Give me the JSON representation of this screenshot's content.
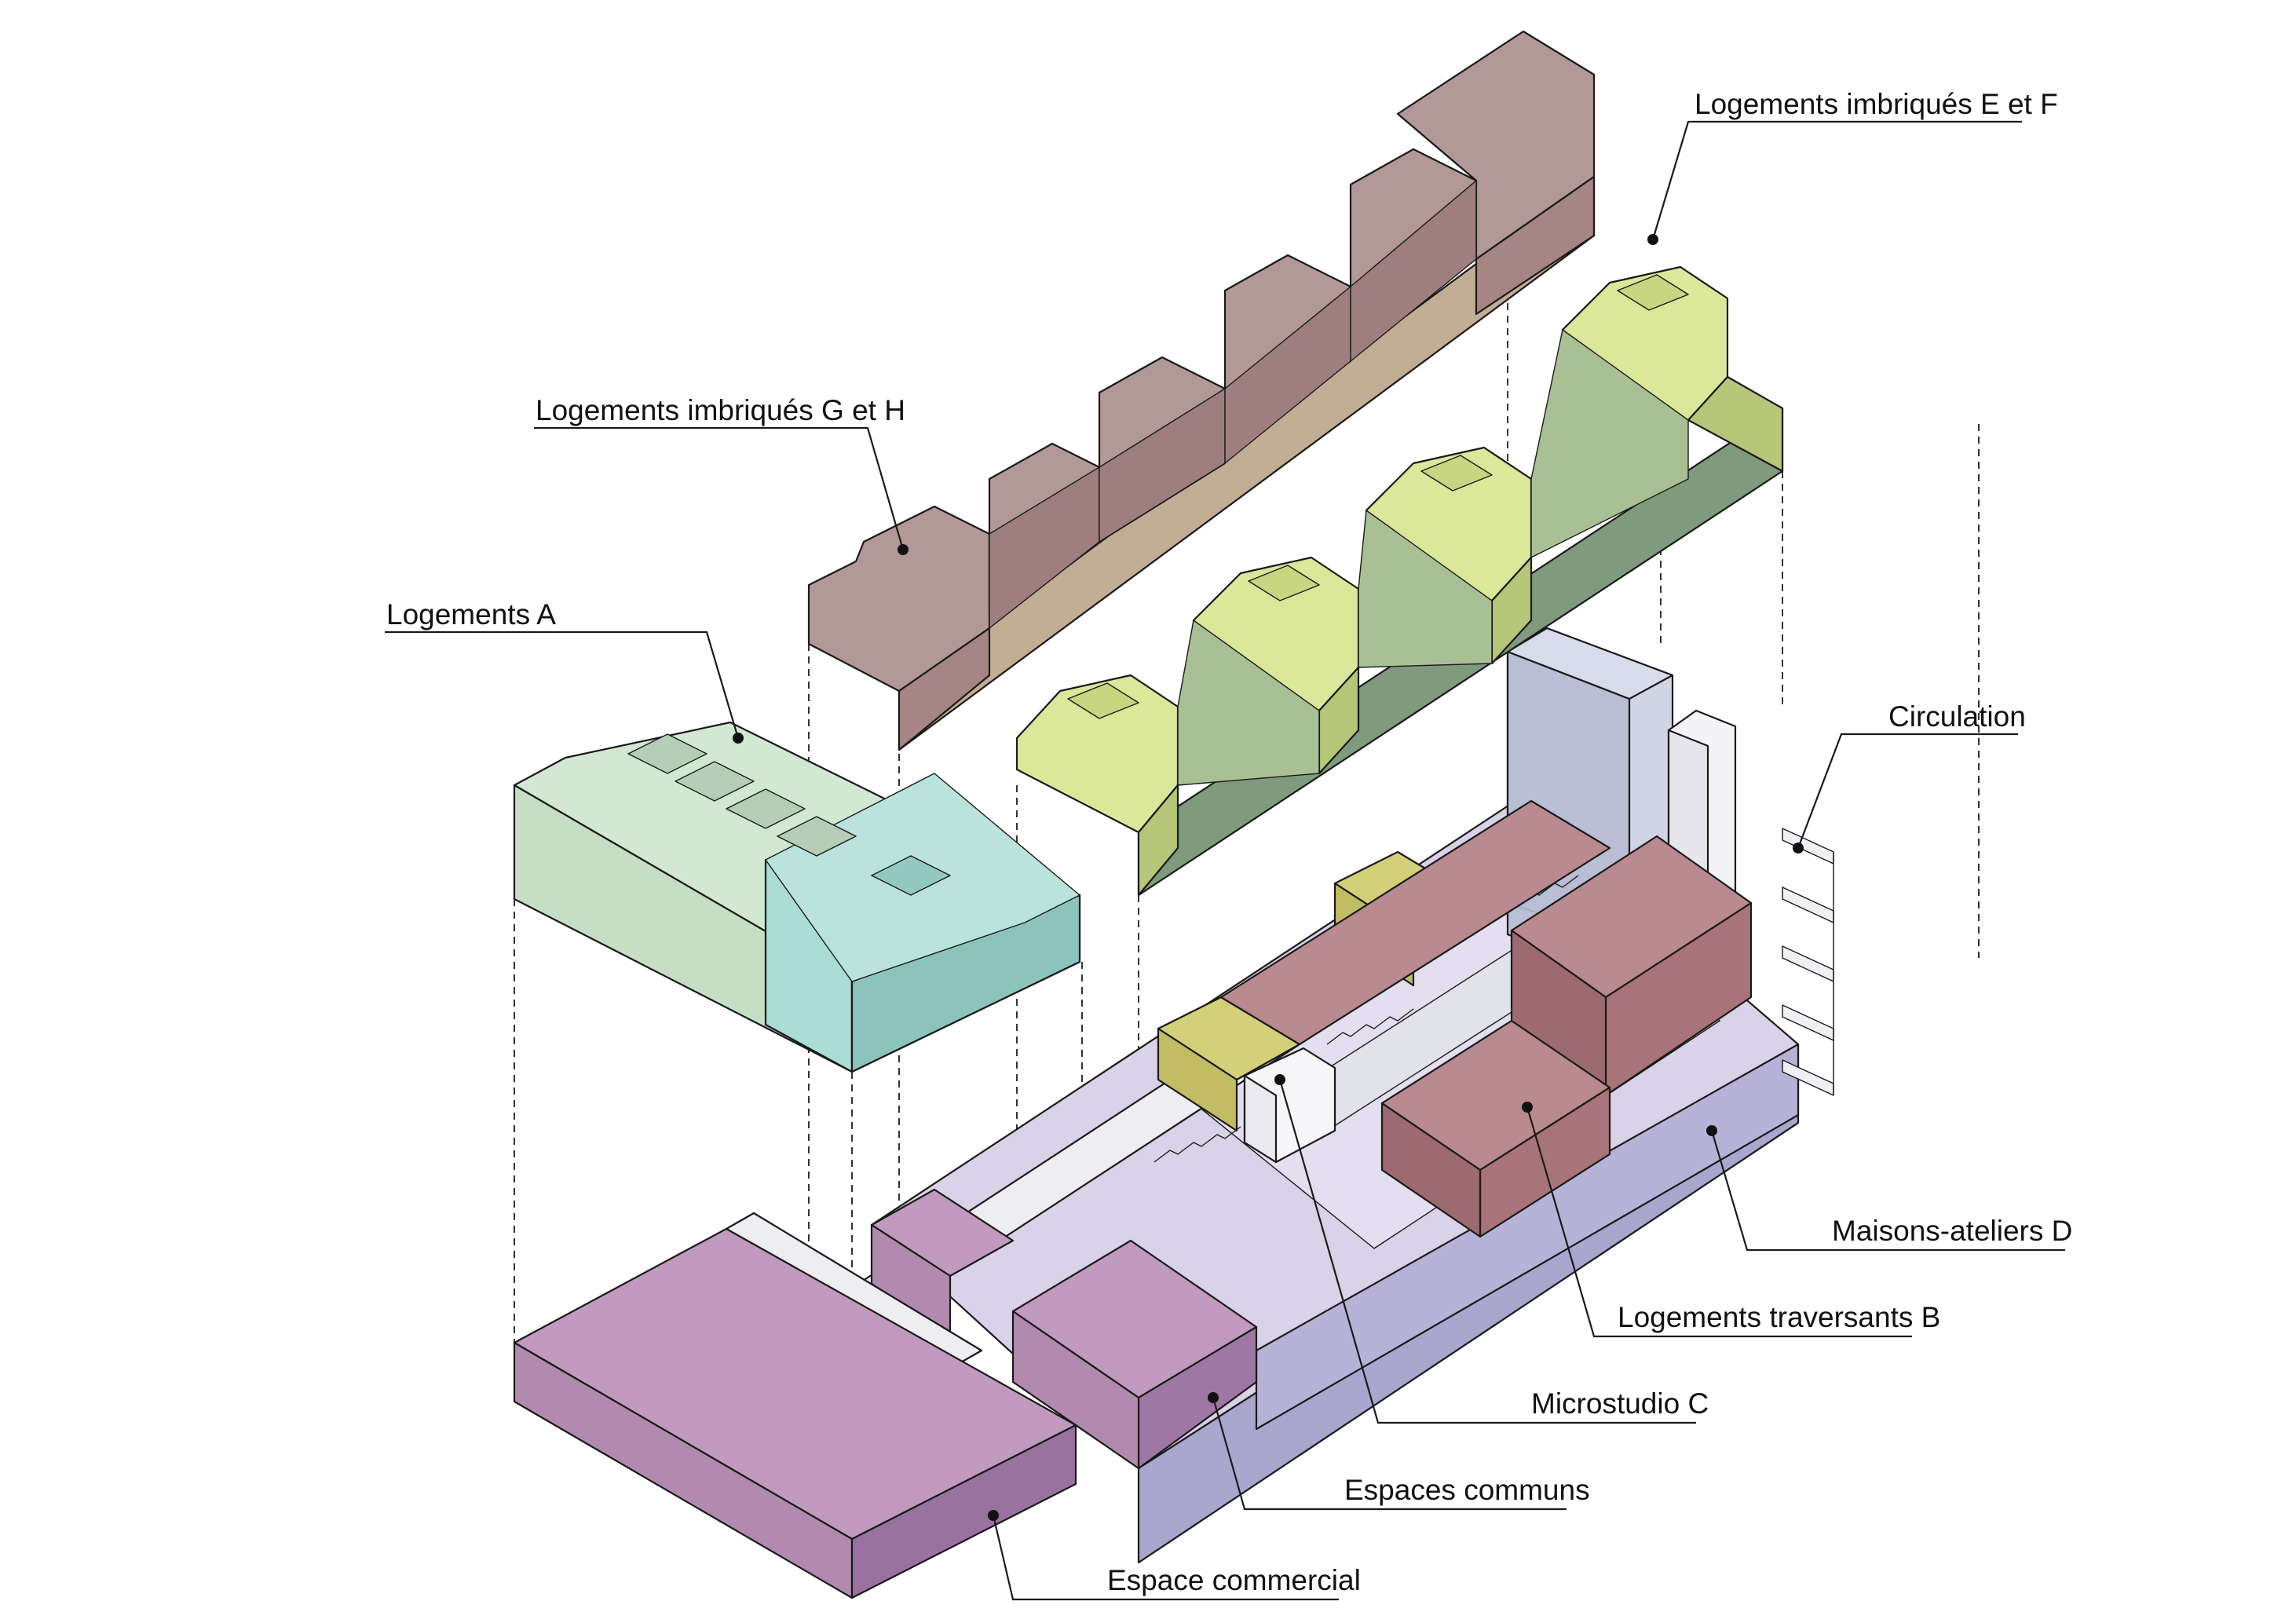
{
  "labels": {
    "g_h": "Logements imbriqués G et H",
    "e_f": "Logements imbriqués E et F",
    "a": "Logements A",
    "circulation": "Circulation",
    "d": "Maisons-ateliers D",
    "b": "Logements traversants B",
    "c": "Microstudio C",
    "communs": "Espaces communs",
    "commercial": "Espace commercial"
  },
  "colors": {
    "gh_top": "#b39898",
    "gh_front": "#a68585",
    "gh_base": "#c2ae95",
    "ef_top": "#dbe89a",
    "ef_side": "#b6c77a",
    "ef_dark": "#7f9a7c",
    "a_top": "#d3e8d2",
    "a_front": "#c6dfc4",
    "a_teal": "#a9ddd5",
    "a_teal_dark": "#8cc4bd",
    "commercial_top": "#c29abf",
    "commercial_front": "#b28aaf",
    "commercial_side": "#9a72a0",
    "lavender_top": "#d9d2e8",
    "lavender_front": "#a9a6cf",
    "b_top": "#b98a8f",
    "b_side": "#a87379",
    "yellow": "#d4d07a",
    "circulation": "#eeeef2",
    "tower": "#c9cde0"
  }
}
